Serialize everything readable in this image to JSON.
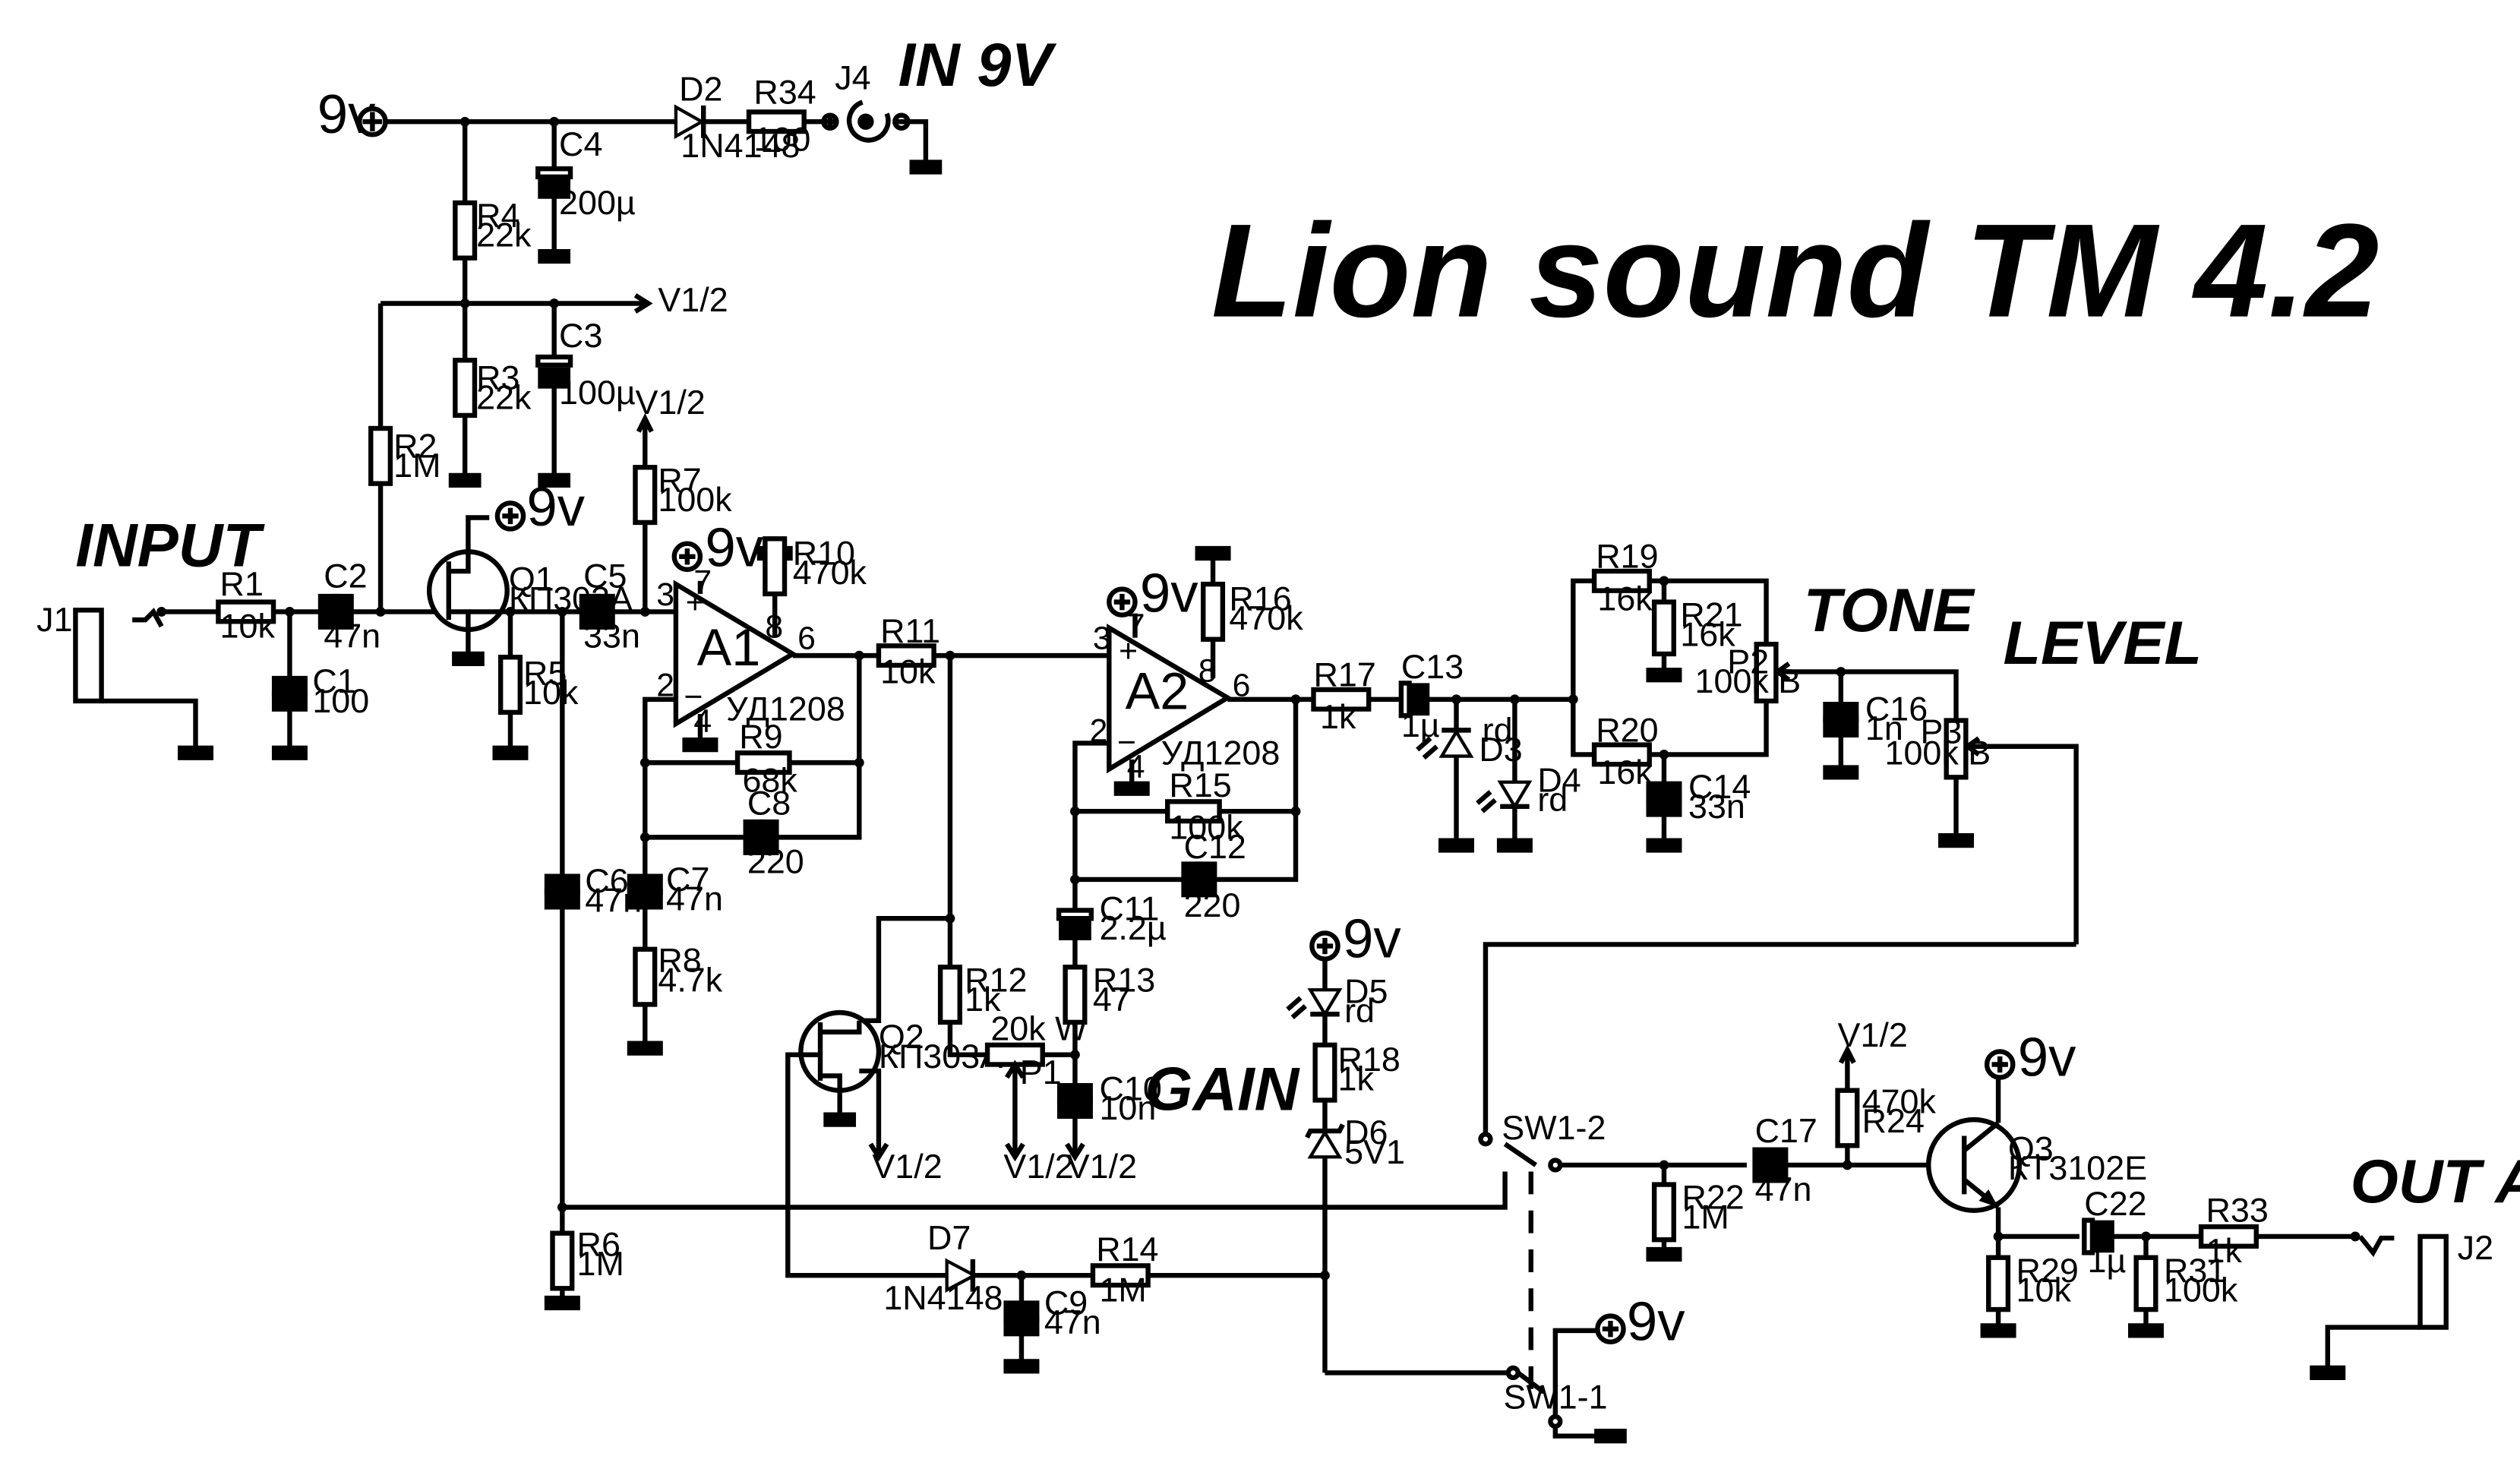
{
  "title": "Lion sound TM 4.2",
  "headings": {
    "input": "INPUT",
    "in9v": "IN 9V",
    "tone": "TONE",
    "level": "LEVEL",
    "gain": "GAIN",
    "out_amp": "OUT AMP"
  },
  "supply": {
    "plus9v": "9v",
    "vhalf": "V1/2"
  },
  "opamps": [
    {
      "name": "A1",
      "part": "УД1208"
    },
    {
      "name": "A2",
      "part": "УД1208"
    }
  ],
  "components": {
    "J1": {
      "ref": "J1"
    },
    "J2": {
      "ref": "J2"
    },
    "J4": {
      "ref": "J4"
    },
    "R1": {
      "ref": "R1",
      "value": "10k"
    },
    "R2": {
      "ref": "R2",
      "value": "1M"
    },
    "R3": {
      "ref": "R3",
      "value": "22k"
    },
    "R4": {
      "ref": "R4",
      "value": "22k"
    },
    "R5": {
      "ref": "R5",
      "value": "10k"
    },
    "R6": {
      "ref": "R6",
      "value": "1M"
    },
    "R7": {
      "ref": "R7",
      "value": "100k"
    },
    "R8": {
      "ref": "R8",
      "value": "4.7k"
    },
    "R9": {
      "ref": "R9",
      "value": "68k"
    },
    "R10": {
      "ref": "R10",
      "value": "470k"
    },
    "R11": {
      "ref": "R11",
      "value": "10k"
    },
    "R12": {
      "ref": "R12",
      "value": "1k"
    },
    "R13": {
      "ref": "R13",
      "value": "47"
    },
    "R14": {
      "ref": "R14",
      "value": "1M"
    },
    "R15": {
      "ref": "R15",
      "value": "100k"
    },
    "R16": {
      "ref": "R16",
      "value": "470k"
    },
    "R17": {
      "ref": "R17",
      "value": "1k"
    },
    "R18": {
      "ref": "R18",
      "value": "1k"
    },
    "R19": {
      "ref": "R19",
      "value": "16k"
    },
    "R20": {
      "ref": "R20",
      "value": "16k"
    },
    "R21": {
      "ref": "R21",
      "value": "16k"
    },
    "R22": {
      "ref": "R22",
      "value": "1M"
    },
    "R24": {
      "ref": "R24",
      "value": "470k"
    },
    "R29": {
      "ref": "R29",
      "value": "10k"
    },
    "R31": {
      "ref": "R31",
      "value": "100k"
    },
    "R33": {
      "ref": "R33",
      "value": "1k"
    },
    "R34": {
      "ref": "R34",
      "value": "100"
    },
    "C1": {
      "ref": "C1",
      "value": "100"
    },
    "C2": {
      "ref": "C2",
      "value": "47n"
    },
    "C3": {
      "ref": "C3",
      "value": "100µ"
    },
    "C4": {
      "ref": "C4",
      "value": "200µ"
    },
    "C5": {
      "ref": "C5",
      "value": "33n"
    },
    "C6": {
      "ref": "C6",
      "value": "47n"
    },
    "C7": {
      "ref": "C7",
      "value": "47n"
    },
    "C8": {
      "ref": "C8",
      "value": "220"
    },
    "C9": {
      "ref": "C9",
      "value": "47n"
    },
    "C10": {
      "ref": "C10",
      "value": "10n"
    },
    "C11": {
      "ref": "C11",
      "value": "2.2µ"
    },
    "C12": {
      "ref": "C12",
      "value": "220"
    },
    "C13": {
      "ref": "C13",
      "value": "1µ"
    },
    "C14": {
      "ref": "C14",
      "value": "33n"
    },
    "C16": {
      "ref": "C16",
      "value": "1n"
    },
    "C17": {
      "ref": "C17",
      "value": "47n"
    },
    "C22": {
      "ref": "C22",
      "value": "1µ"
    },
    "D2": {
      "ref": "D2",
      "value": "1N4148"
    },
    "D3": {
      "ref": "D3",
      "value": "rd"
    },
    "D4": {
      "ref": "D4",
      "value": "rd"
    },
    "D5": {
      "ref": "D5",
      "value": "rd"
    },
    "D6": {
      "ref": "D6",
      "value": "5V1"
    },
    "D7": {
      "ref": "D7",
      "value": "1N4148"
    },
    "Q1": {
      "ref": "Q1",
      "value": "КП303А"
    },
    "Q2": {
      "ref": "Q2",
      "value": "КП303А"
    },
    "Q3": {
      "ref": "Q3",
      "value": "КТ3102Е"
    },
    "P1": {
      "ref": "P1",
      "value": "20k W"
    },
    "P2": {
      "ref": "P2",
      "value": "100k B"
    },
    "P3": {
      "ref": "P3",
      "value": "100k B"
    },
    "SW1_1": {
      "ref": "SW1-1"
    },
    "SW1_2": {
      "ref": "SW1-2"
    }
  }
}
